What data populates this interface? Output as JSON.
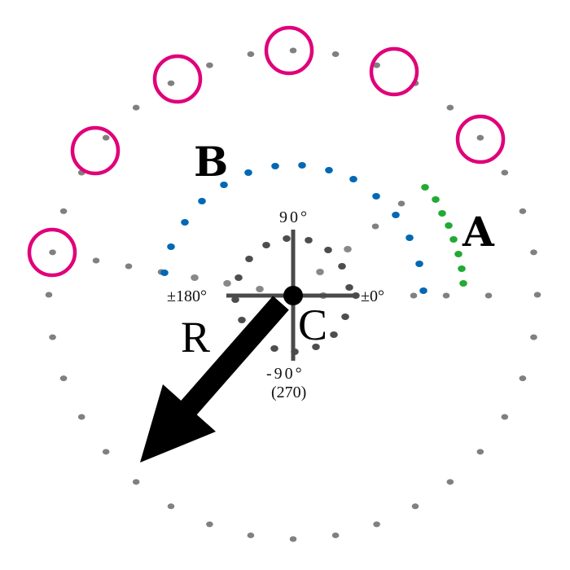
{
  "labels": {
    "a": "A",
    "b": "B",
    "c": "C",
    "r": "R"
  },
  "axis_labels": {
    "top": "90°",
    "left": "±180°",
    "right": "±0°",
    "bottom": "-90°",
    "bottom_alt": "(270)"
  },
  "colors": {
    "outer_dots": "#808080",
    "inner_dots": "#4d4d4d",
    "blue_arc": "#0068b4",
    "green_arc": "#22aa33",
    "highlight_rings": "#e0007a",
    "axes": "#4a4a4a",
    "arrow": "#000000"
  }
}
